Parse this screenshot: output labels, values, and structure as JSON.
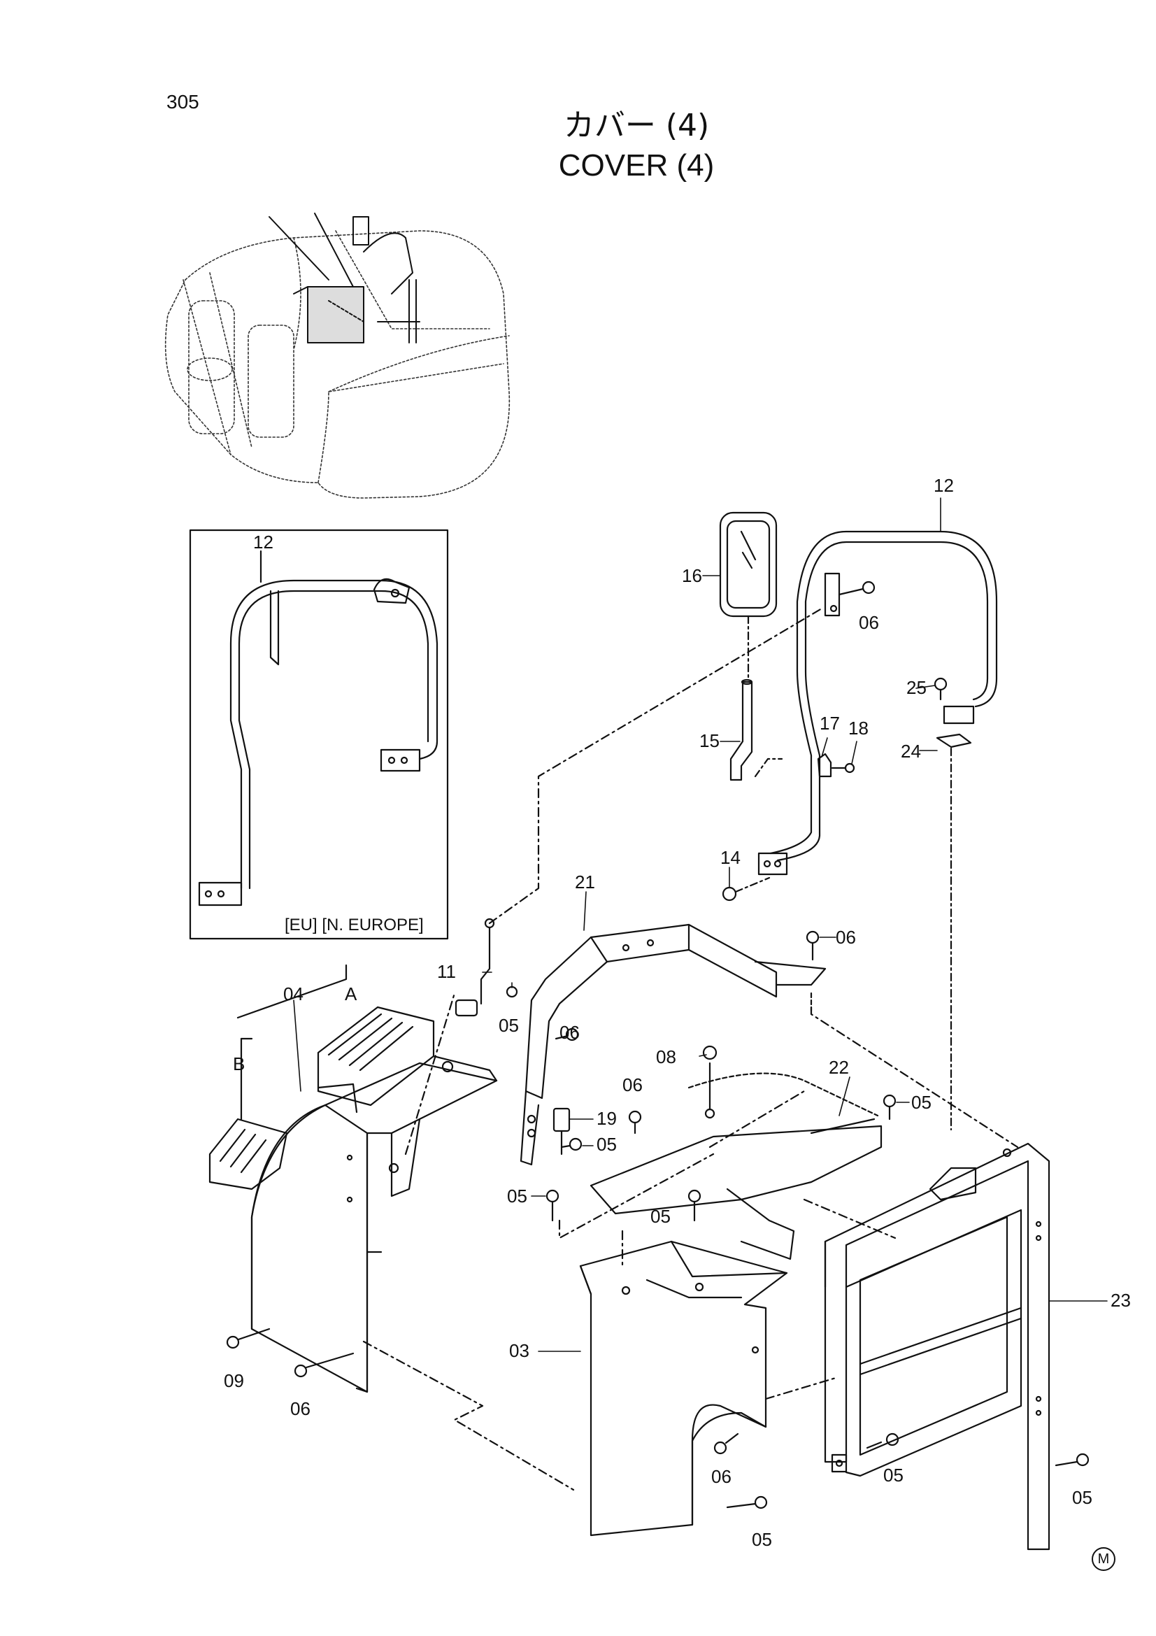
{
  "page_number": "305",
  "title_jp": "カバー (4)",
  "title_en": "COVER (4)",
  "corner_mark": "M",
  "inset": {
    "note": "[EU] [N. EUROPE]",
    "part_label": "12"
  },
  "letters": [
    "A",
    "B"
  ],
  "callouts": {
    "p03": "03",
    "p04": "04",
    "p05": "05",
    "p06": "06",
    "p08": "08",
    "p09": "09",
    "p11": "11",
    "p12": "12",
    "p14": "14",
    "p15": "15",
    "p16": "16",
    "p17": "17",
    "p18": "18",
    "p19": "19",
    "p21": "21",
    "p22": "22",
    "p23": "23",
    "p24": "24",
    "p25": "25"
  }
}
